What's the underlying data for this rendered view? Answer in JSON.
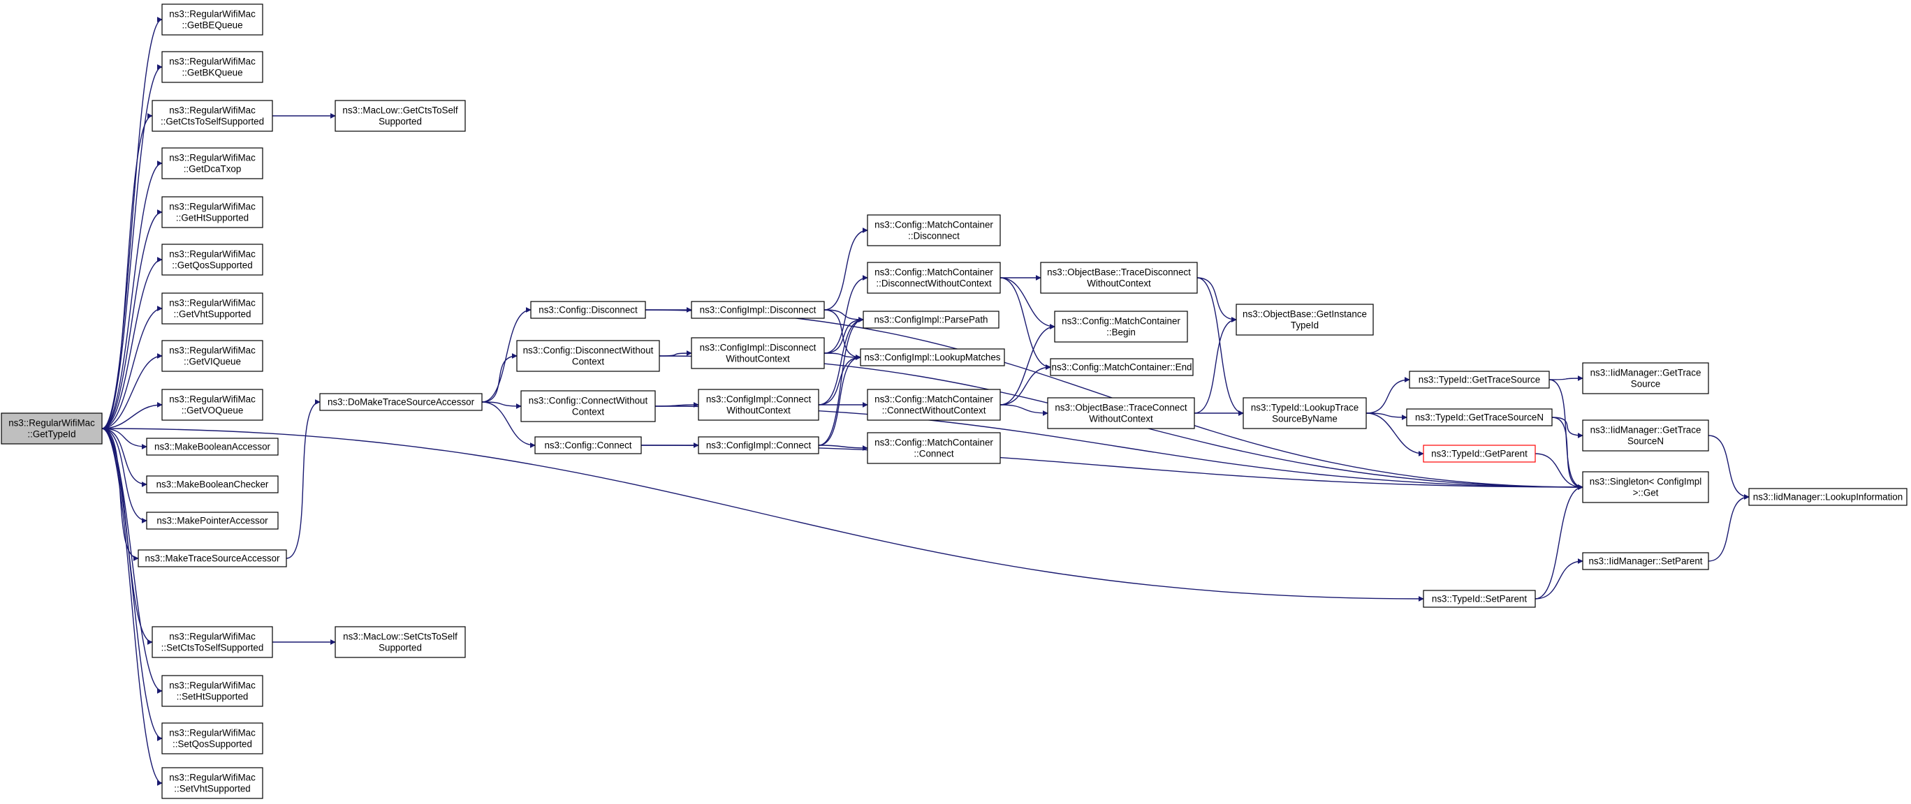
{
  "diagram": {
    "nodes": [
      {
        "id": "getTypeId",
        "lines": [
          "ns3::RegularWifiMac",
          "::GetTypeId"
        ],
        "style": "root"
      },
      {
        "id": "getBEQueue",
        "lines": [
          "ns3::RegularWifiMac",
          "::GetBEQueue"
        ]
      },
      {
        "id": "getBKQueue",
        "lines": [
          "ns3::RegularWifiMac",
          "::GetBKQueue"
        ]
      },
      {
        "id": "getCtsToSelfSupported",
        "lines": [
          "ns3::RegularWifiMac",
          "::GetCtsToSelfSupported"
        ]
      },
      {
        "id": "getDcaTxop",
        "lines": [
          "ns3::RegularWifiMac",
          "::GetDcaTxop"
        ]
      },
      {
        "id": "getHtSupported",
        "lines": [
          "ns3::RegularWifiMac",
          "::GetHtSupported"
        ]
      },
      {
        "id": "getQosSupported",
        "lines": [
          "ns3::RegularWifiMac",
          "::GetQosSupported"
        ]
      },
      {
        "id": "getVhtSupported",
        "lines": [
          "ns3::RegularWifiMac",
          "::GetVhtSupported"
        ]
      },
      {
        "id": "getVIQueue",
        "lines": [
          "ns3::RegularWifiMac",
          "::GetVIQueue"
        ]
      },
      {
        "id": "getVOQueue",
        "lines": [
          "ns3::RegularWifiMac",
          "::GetVOQueue"
        ]
      },
      {
        "id": "makeBooleanAccessor",
        "lines": [
          "ns3::MakeBooleanAccessor"
        ]
      },
      {
        "id": "makeBooleanChecker",
        "lines": [
          "ns3::MakeBooleanChecker"
        ]
      },
      {
        "id": "makePointerAccessor",
        "lines": [
          "ns3::MakePointerAccessor"
        ]
      },
      {
        "id": "makeTraceSourceAccessor",
        "lines": [
          "ns3::MakeTraceSourceAccessor"
        ]
      },
      {
        "id": "setCtsToSelfSupported",
        "lines": [
          "ns3::RegularWifiMac",
          "::SetCtsToSelfSupported"
        ]
      },
      {
        "id": "setHtSupported",
        "lines": [
          "ns3::RegularWifiMac",
          "::SetHtSupported"
        ]
      },
      {
        "id": "setQosSupported",
        "lines": [
          "ns3::RegularWifiMac",
          "::SetQosSupported"
        ]
      },
      {
        "id": "setVhtSupported",
        "lines": [
          "ns3::RegularWifiMac",
          "::SetVhtSupported"
        ]
      },
      {
        "id": "macLowGetCtsToSelf",
        "lines": [
          "ns3::MacLow::GetCtsToSelf",
          "Supported"
        ]
      },
      {
        "id": "macLowSetCtsToSelf",
        "lines": [
          "ns3::MacLow::SetCtsToSelf",
          "Supported"
        ]
      },
      {
        "id": "doMakeTraceSourceAccessor",
        "lines": [
          "ns3::DoMakeTraceSourceAccessor"
        ]
      },
      {
        "id": "configDisconnect",
        "lines": [
          "ns3::Config::Disconnect"
        ]
      },
      {
        "id": "configDisconnectWithoutContext",
        "lines": [
          "ns3::Config::DisconnectWithout",
          "Context"
        ]
      },
      {
        "id": "configConnectWithoutContext",
        "lines": [
          "ns3::Config::ConnectWithout",
          "Context"
        ]
      },
      {
        "id": "configConnect",
        "lines": [
          "ns3::Config::Connect"
        ]
      },
      {
        "id": "configImplDisconnect",
        "lines": [
          "ns3::ConfigImpl::Disconnect"
        ]
      },
      {
        "id": "configImplDisconnectWithoutContext",
        "lines": [
          "ns3::ConfigImpl::Disconnect",
          "WithoutContext"
        ]
      },
      {
        "id": "configImplConnectWithoutContext",
        "lines": [
          "ns3::ConfigImpl::Connect",
          "WithoutContext"
        ]
      },
      {
        "id": "configImplConnect",
        "lines": [
          "ns3::ConfigImpl::Connect"
        ]
      },
      {
        "id": "mcDisconnect",
        "lines": [
          "ns3::Config::MatchContainer",
          "::Disconnect"
        ]
      },
      {
        "id": "mcDisconnectWithoutContext",
        "lines": [
          "ns3::Config::MatchContainer",
          "::DisconnectWithoutContext"
        ]
      },
      {
        "id": "configImplParsePath",
        "lines": [
          "ns3::ConfigImpl::ParsePath"
        ]
      },
      {
        "id": "configImplLookupMatches",
        "lines": [
          "ns3::ConfigImpl::LookupMatches"
        ]
      },
      {
        "id": "mcConnectWithoutContext",
        "lines": [
          "ns3::Config::MatchContainer",
          "::ConnectWithoutContext"
        ]
      },
      {
        "id": "mcConnect",
        "lines": [
          "ns3::Config::MatchContainer",
          "::Connect"
        ]
      },
      {
        "id": "obTraceDisconnect",
        "lines": [
          "ns3::ObjectBase::TraceDisconnect",
          "WithoutContext"
        ]
      },
      {
        "id": "mcBegin",
        "lines": [
          "ns3::Config::MatchContainer",
          "::Begin"
        ]
      },
      {
        "id": "mcEnd",
        "lines": [
          "ns3::Config::MatchContainer::End"
        ]
      },
      {
        "id": "obTraceConnect",
        "lines": [
          "ns3::ObjectBase::TraceConnect",
          "WithoutContext"
        ]
      },
      {
        "id": "obGetInstanceTypeId",
        "lines": [
          "ns3::ObjectBase::GetInstance",
          "TypeId"
        ]
      },
      {
        "id": "typeIdLookupTrace",
        "lines": [
          "ns3::TypeId::LookupTrace",
          "SourceByName"
        ]
      },
      {
        "id": "typeIdGetTraceSource",
        "lines": [
          "ns3::TypeId::GetTraceSource"
        ]
      },
      {
        "id": "typeIdGetTraceSourceN",
        "lines": [
          "ns3::TypeId::GetTraceSourceN"
        ]
      },
      {
        "id": "typeIdGetParent",
        "lines": [
          "ns3::TypeId::GetParent"
        ],
        "style": "red"
      },
      {
        "id": "typeIdSetParent",
        "lines": [
          "ns3::TypeId::SetParent"
        ]
      },
      {
        "id": "singletonGet",
        "lines": [
          "ns3::Singleton< ConfigImpl",
          " >::Get"
        ]
      },
      {
        "id": "iidGetTraceSource",
        "lines": [
          "ns3::IidManager::GetTrace",
          "Source"
        ]
      },
      {
        "id": "iidGetTraceSourceN",
        "lines": [
          "ns3::IidManager::GetTrace",
          "SourceN"
        ]
      },
      {
        "id": "iidSetParent",
        "lines": [
          "ns3::IidManager::SetParent"
        ]
      },
      {
        "id": "iidLookupInformation",
        "lines": [
          "ns3::IidManager::LookupInformation"
        ]
      }
    ],
    "edges": [
      [
        "getTypeId",
        "getBEQueue"
      ],
      [
        "getTypeId",
        "getBKQueue"
      ],
      [
        "getTypeId",
        "getCtsToSelfSupported"
      ],
      [
        "getTypeId",
        "getDcaTxop"
      ],
      [
        "getTypeId",
        "getHtSupported"
      ],
      [
        "getTypeId",
        "getQosSupported"
      ],
      [
        "getTypeId",
        "getVhtSupported"
      ],
      [
        "getTypeId",
        "getVIQueue"
      ],
      [
        "getTypeId",
        "getVOQueue"
      ],
      [
        "getTypeId",
        "makeBooleanAccessor"
      ],
      [
        "getTypeId",
        "makeBooleanChecker"
      ],
      [
        "getTypeId",
        "makePointerAccessor"
      ],
      [
        "getTypeId",
        "makeTraceSourceAccessor"
      ],
      [
        "getTypeId",
        "setCtsToSelfSupported"
      ],
      [
        "getTypeId",
        "setHtSupported"
      ],
      [
        "getTypeId",
        "setQosSupported"
      ],
      [
        "getTypeId",
        "setVhtSupported"
      ],
      [
        "getTypeId",
        "typeIdSetParent"
      ],
      [
        "getCtsToSelfSupported",
        "macLowGetCtsToSelf"
      ],
      [
        "setCtsToSelfSupported",
        "macLowSetCtsToSelf"
      ],
      [
        "makeTraceSourceAccessor",
        "doMakeTraceSourceAccessor"
      ],
      [
        "doMakeTraceSourceAccessor",
        "configDisconnect"
      ],
      [
        "doMakeTraceSourceAccessor",
        "configDisconnectWithoutContext"
      ],
      [
        "doMakeTraceSourceAccessor",
        "configConnectWithoutContext"
      ],
      [
        "doMakeTraceSourceAccessor",
        "configConnect"
      ],
      [
        "configDisconnect",
        "configImplDisconnect"
      ],
      [
        "configDisconnect",
        "singletonGet"
      ],
      [
        "configDisconnectWithoutContext",
        "configImplDisconnectWithoutContext"
      ],
      [
        "configDisconnectWithoutContext",
        "singletonGet"
      ],
      [
        "configConnectWithoutContext",
        "configImplConnectWithoutContext"
      ],
      [
        "configConnectWithoutContext",
        "singletonGet"
      ],
      [
        "configConnect",
        "configImplConnect"
      ],
      [
        "configConnect",
        "singletonGet"
      ],
      [
        "configImplDisconnect",
        "mcDisconnect"
      ],
      [
        "configImplDisconnect",
        "configImplParsePath"
      ],
      [
        "configImplDisconnect",
        "configImplLookupMatches"
      ],
      [
        "configImplDisconnectWithoutContext",
        "mcDisconnectWithoutContext"
      ],
      [
        "configImplDisconnectWithoutContext",
        "configImplParsePath"
      ],
      [
        "configImplDisconnectWithoutContext",
        "configImplLookupMatches"
      ],
      [
        "configImplConnectWithoutContext",
        "mcConnectWithoutContext"
      ],
      [
        "configImplConnectWithoutContext",
        "configImplParsePath"
      ],
      [
        "configImplConnectWithoutContext",
        "configImplLookupMatches"
      ],
      [
        "configImplConnect",
        "mcConnect"
      ],
      [
        "configImplConnect",
        "configImplParsePath"
      ],
      [
        "configImplConnect",
        "configImplLookupMatches"
      ],
      [
        "mcDisconnectWithoutContext",
        "obTraceDisconnect"
      ],
      [
        "mcDisconnectWithoutContext",
        "mcBegin"
      ],
      [
        "mcDisconnectWithoutContext",
        "mcEnd"
      ],
      [
        "mcConnectWithoutContext",
        "obTraceConnect"
      ],
      [
        "mcConnectWithoutContext",
        "mcBegin"
      ],
      [
        "mcConnectWithoutContext",
        "mcEnd"
      ],
      [
        "obTraceDisconnect",
        "obGetInstanceTypeId"
      ],
      [
        "obTraceDisconnect",
        "typeIdLookupTrace"
      ],
      [
        "obTraceConnect",
        "obGetInstanceTypeId"
      ],
      [
        "obTraceConnect",
        "typeIdLookupTrace"
      ],
      [
        "typeIdLookupTrace",
        "typeIdGetTraceSource"
      ],
      [
        "typeIdLookupTrace",
        "typeIdGetTraceSourceN"
      ],
      [
        "typeIdLookupTrace",
        "typeIdGetParent"
      ],
      [
        "typeIdGetTraceSource",
        "iidGetTraceSource"
      ],
      [
        "typeIdGetTraceSource",
        "singletonGet"
      ],
      [
        "typeIdGetTraceSourceN",
        "iidGetTraceSourceN"
      ],
      [
        "typeIdGetTraceSourceN",
        "singletonGet"
      ],
      [
        "typeIdGetParent",
        "singletonGet"
      ],
      [
        "typeIdSetParent",
        "iidSetParent"
      ],
      [
        "typeIdSetParent",
        "singletonGet"
      ],
      [
        "iidGetTraceSourceN",
        "iidLookupInformation"
      ],
      [
        "iidSetParent",
        "iidLookupInformation"
      ]
    ],
    "colors": {
      "edge": "#191970",
      "root_fill": "#bfbfbf",
      "node_border": "#000000",
      "highlight_border": "#ff0000"
    }
  }
}
